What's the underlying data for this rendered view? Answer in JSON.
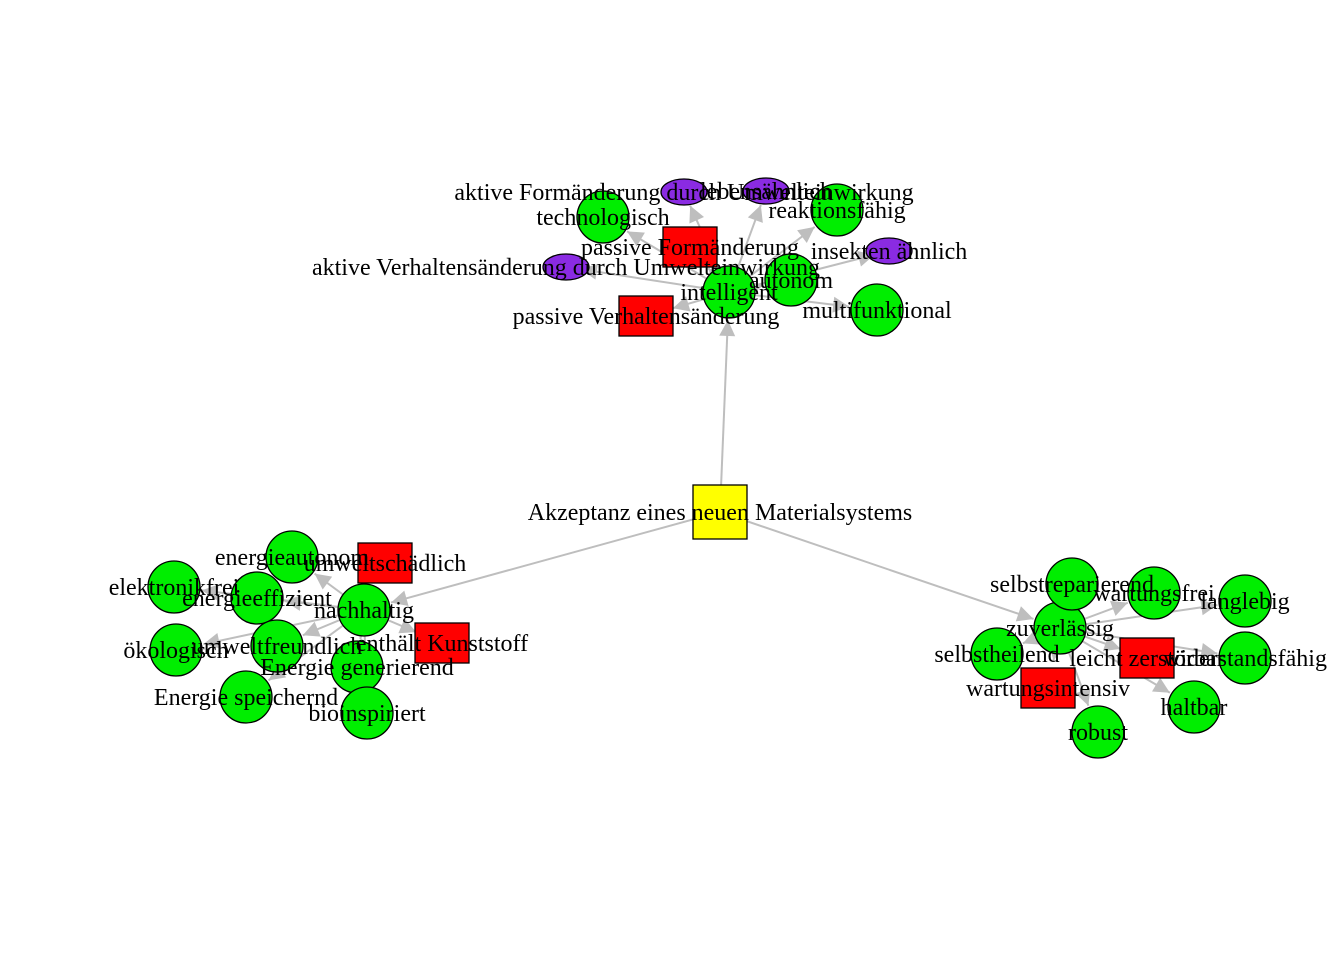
{
  "diagram": {
    "type": "network-graph",
    "colors": {
      "root": "#ffff00",
      "category": "#ff0000",
      "attribute": "#00ee00",
      "sub_attribute": "#8a2be2",
      "edge": "#bebebe",
      "outline": "#000000"
    },
    "root": {
      "id": "root",
      "label": "Akzeptanz eines neuen Materialsystems",
      "shape": "square"
    },
    "nodes": [
      {
        "id": "pas_form",
        "label": "passive Formänderung",
        "shape": "square",
        "kind": "category"
      },
      {
        "id": "pas_verh",
        "label": "passive Verhaltensänderung",
        "shape": "square",
        "kind": "category"
      },
      {
        "id": "intelligent",
        "label": "intelligent",
        "shape": "circle",
        "kind": "attribute"
      },
      {
        "id": "akt_form",
        "label": "aktive Formänderung durch Umwelteinwirkung",
        "shape": "ellipse",
        "kind": "sub_attribute"
      },
      {
        "id": "lebensaehnlich",
        "label": "lebensähnlich",
        "shape": "ellipse",
        "kind": "sub_attribute"
      },
      {
        "id": "akt_verh",
        "label": "aktive Verhaltensänderung durch Umwelteinwirkung",
        "shape": "ellipse",
        "kind": "sub_attribute"
      },
      {
        "id": "insekten",
        "label": "insekten ähnlich",
        "shape": "ellipse",
        "kind": "sub_attribute"
      },
      {
        "id": "technologisch",
        "label": "technologisch",
        "shape": "circle",
        "kind": "attribute"
      },
      {
        "id": "reaktionsfaehig",
        "label": "reaktionsfähig",
        "shape": "circle",
        "kind": "attribute"
      },
      {
        "id": "autonom",
        "label": "autonom",
        "shape": "circle",
        "kind": "attribute"
      },
      {
        "id": "multifunktional",
        "label": "multifunktional",
        "shape": "circle",
        "kind": "attribute"
      },
      {
        "id": "umweltschaedlich",
        "label": "umweltschädlich",
        "shape": "square",
        "kind": "category"
      },
      {
        "id": "kunststoff",
        "label": "enthält Kunststoff",
        "shape": "square",
        "kind": "category"
      },
      {
        "id": "nachhaltig",
        "label": "nachhaltig",
        "shape": "circle",
        "kind": "attribute"
      },
      {
        "id": "energieautonom",
        "label": "energieautonom",
        "shape": "circle",
        "kind": "attribute"
      },
      {
        "id": "energieeffizient",
        "label": "energieeffizient",
        "shape": "circle",
        "kind": "attribute"
      },
      {
        "id": "elektronikfrei",
        "label": "elektronikfrei",
        "shape": "circle",
        "kind": "attribute"
      },
      {
        "id": "oekologisch",
        "label": "ökologisch",
        "shape": "circle",
        "kind": "attribute"
      },
      {
        "id": "umweltfreundlich",
        "label": "umweltfreundlich",
        "shape": "circle",
        "kind": "attribute"
      },
      {
        "id": "energie_gen",
        "label": "Energie generierend",
        "shape": "circle",
        "kind": "attribute"
      },
      {
        "id": "energie_sp",
        "label": "Energie speichernd",
        "shape": "circle",
        "kind": "attribute"
      },
      {
        "id": "bioinspiriert",
        "label": "bioinspiriert",
        "shape": "circle",
        "kind": "attribute"
      },
      {
        "id": "zuverlaessig",
        "label": "zuverlässig",
        "shape": "circle",
        "kind": "attribute"
      },
      {
        "id": "selbstreparierend",
        "label": "selbstreparierend",
        "shape": "circle",
        "kind": "attribute"
      },
      {
        "id": "wartungsfrei",
        "label": "wartungsfrei",
        "shape": "circle",
        "kind": "attribute"
      },
      {
        "id": "langlebig",
        "label": "langlebig",
        "shape": "circle",
        "kind": "attribute"
      },
      {
        "id": "selbstheilend",
        "label": "selbstheilend",
        "shape": "circle",
        "kind": "attribute"
      },
      {
        "id": "leicht_zerst",
        "label": "leicht zerstörbar",
        "shape": "square",
        "kind": "category"
      },
      {
        "id": "widerstandsfaehig",
        "label": "widerstandsfähig",
        "shape": "circle",
        "kind": "attribute"
      },
      {
        "id": "wartungsintensiv",
        "label": "wartungsintensiv",
        "shape": "square",
        "kind": "category"
      },
      {
        "id": "haltbar",
        "label": "haltbar",
        "shape": "circle",
        "kind": "attribute"
      },
      {
        "id": "robust",
        "label": "robust",
        "shape": "circle",
        "kind": "attribute"
      }
    ],
    "edges": [
      [
        "root",
        "intelligent"
      ],
      [
        "root",
        "nachhaltig"
      ],
      [
        "root",
        "zuverlaessig"
      ],
      [
        "intelligent",
        "pas_form"
      ],
      [
        "intelligent",
        "pas_verh"
      ],
      [
        "intelligent",
        "technologisch"
      ],
      [
        "intelligent",
        "akt_form"
      ],
      [
        "intelligent",
        "lebensaehnlich"
      ],
      [
        "intelligent",
        "akt_verh"
      ],
      [
        "intelligent",
        "reaktionsfaehig"
      ],
      [
        "intelligent",
        "insekten"
      ],
      [
        "intelligent",
        "autonom"
      ],
      [
        "intelligent",
        "multifunktional"
      ],
      [
        "nachhaltig",
        "umweltschaedlich"
      ],
      [
        "nachhaltig",
        "kunststoff"
      ],
      [
        "nachhaltig",
        "energieautonom"
      ],
      [
        "nachhaltig",
        "energieeffizient"
      ],
      [
        "nachhaltig",
        "elektronikfrei"
      ],
      [
        "nachhaltig",
        "oekologisch"
      ],
      [
        "nachhaltig",
        "umweltfreundlich"
      ],
      [
        "nachhaltig",
        "energie_gen"
      ],
      [
        "nachhaltig",
        "energie_sp"
      ],
      [
        "nachhaltig",
        "bioinspiriert"
      ],
      [
        "zuverlaessig",
        "selbstreparierend"
      ],
      [
        "zuverlaessig",
        "wartungsfrei"
      ],
      [
        "zuverlaessig",
        "langlebig"
      ],
      [
        "zuverlaessig",
        "selbstheilend"
      ],
      [
        "zuverlaessig",
        "leicht_zerst"
      ],
      [
        "zuverlaessig",
        "widerstandsfaehig"
      ],
      [
        "zuverlaessig",
        "wartungsintensiv"
      ],
      [
        "zuverlaessig",
        "haltbar"
      ],
      [
        "zuverlaessig",
        "robust"
      ]
    ]
  }
}
